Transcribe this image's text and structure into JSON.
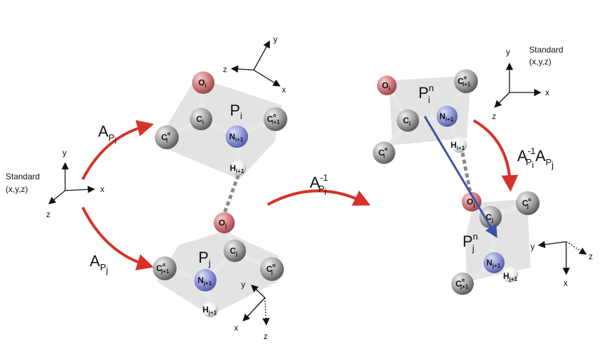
{
  "standard_frame": {
    "title": "Standard",
    "coords": "(x,y,z)"
  },
  "axes": {
    "x": "x",
    "y": "y",
    "z": "z"
  },
  "transforms": {
    "A": "A",
    "sub_pi": "P",
    "sub_pi_i": "i",
    "sub_pj_j": "j",
    "inverse": "-1"
  },
  "planes": {
    "P": "P",
    "i": "i",
    "j": "j",
    "n": "n"
  },
  "atoms": {
    "O": "O",
    "C": "C",
    "N": "N",
    "H": "H",
    "alpha": "α",
    "i": "i",
    "j": "j",
    "i1": "i+1",
    "j1": "j+1"
  },
  "colors": {
    "arrow": "#d8312a",
    "blue_arrow": "#3a52a8",
    "oxygen": "#d37a7e",
    "nitrogen": "#8c93d6",
    "carbon": "#8e8e8e",
    "hydrogen": "#f4f4f4",
    "plane": "#d9d9d9"
  }
}
